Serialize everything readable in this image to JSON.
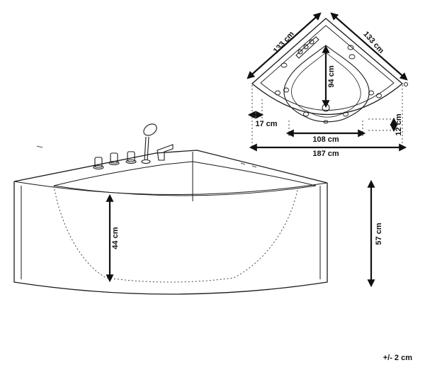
{
  "top_view": {
    "side_left": "133 cm",
    "side_right": "133 cm",
    "depth": "94 cm",
    "offset": "17 cm",
    "inner_width": "108 cm",
    "overall_width": "187 cm",
    "front_height": "12 cm"
  },
  "front_view": {
    "inner_depth": "44 cm",
    "height": "57 cm"
  },
  "tolerance": "+/- 2 cm"
}
